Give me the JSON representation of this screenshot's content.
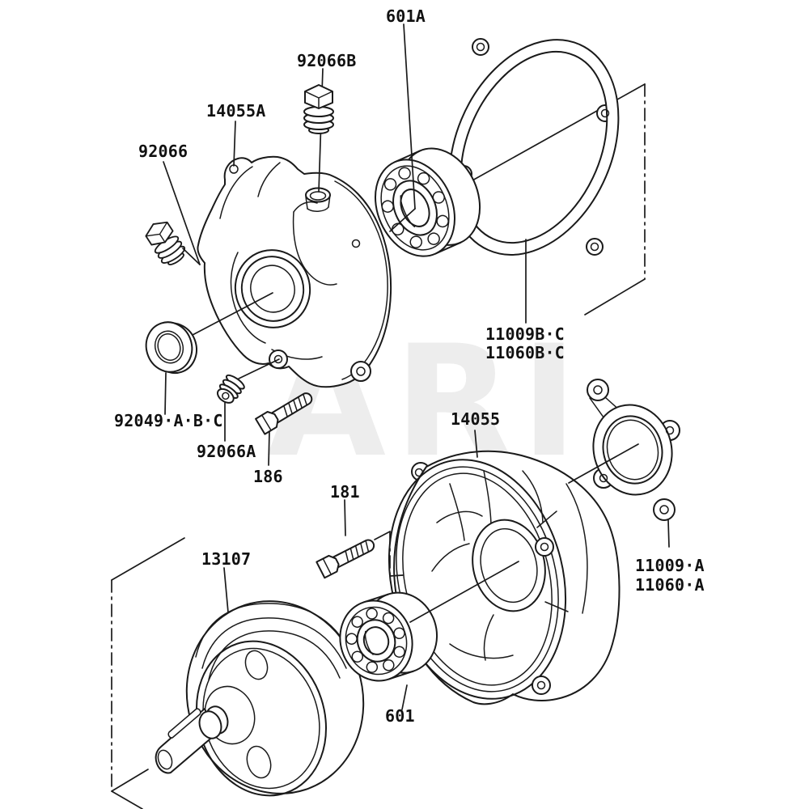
{
  "page": {
    "background": "#ffffff",
    "line_color": "#1a1a1a",
    "watermark_color": "#ededed",
    "label_color": "#111111"
  },
  "watermark": "ARI",
  "labels": {
    "p601a": "601A",
    "p92066b": "92066B",
    "p14055a": "14055A",
    "p92066": "92066",
    "p11009bc": "11009B·C",
    "p11060bc": "11060B·C",
    "p92049": "92049·A·B·C",
    "p92066a": "92066A",
    "p186": "186",
    "p14055": "14055",
    "p181": "181",
    "p13107": "13107",
    "p11009a": "11009·A",
    "p11060a": "11060·A",
    "p601": "601"
  }
}
